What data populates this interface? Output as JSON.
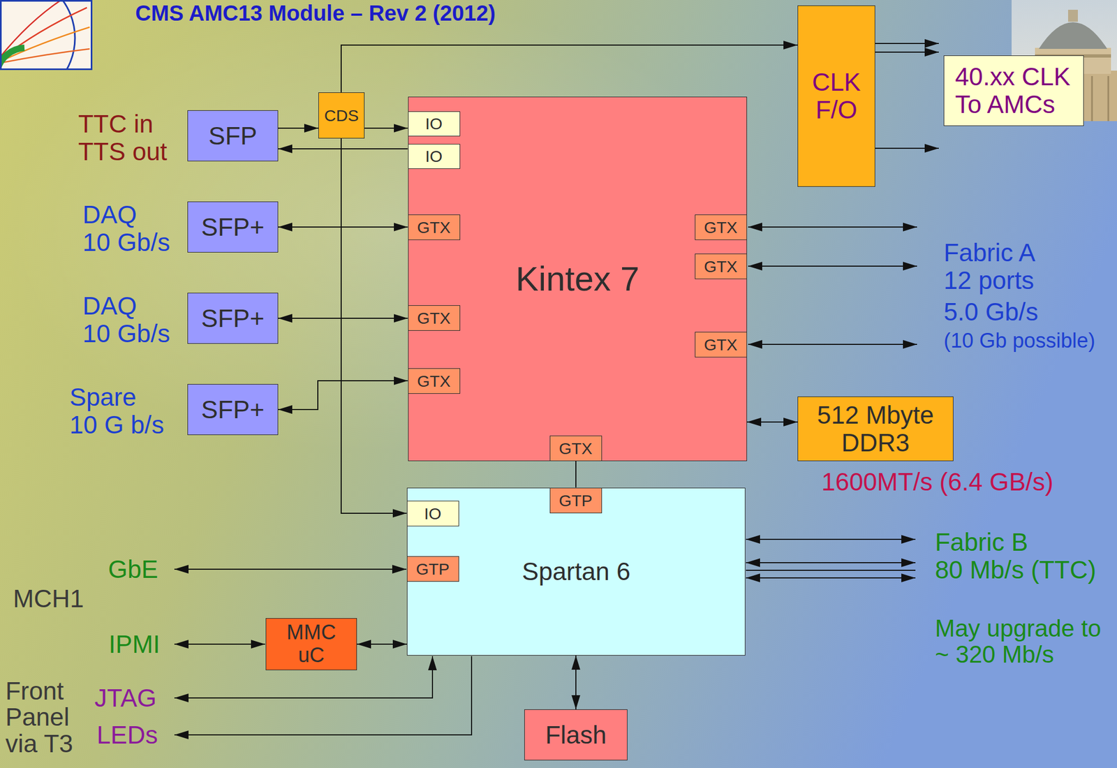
{
  "diagram": {
    "title": "CMS AMC13 Module – Rev 2  (2012)",
    "nodes": [
      {
        "text": [
          "SFP"
        ]
      },
      {
        "text": [
          "CDS"
        ]
      },
      {
        "text": [
          "Kintex 7"
        ]
      },
      {
        "text": [
          "IO"
        ],
        "in": 2
      },
      {
        "text": [
          "IO"
        ],
        "in": 2
      },
      {
        "text": [
          "GTX"
        ],
        "in": 2
      },
      {
        "text": [
          "GTX"
        ],
        "in": 2
      },
      {
        "text": [
          "GTX"
        ],
        "in": 2
      },
      {
        "text": [
          "GTX"
        ],
        "in": 2
      },
      {
        "text": [
          "GTX"
        ],
        "in": 2
      },
      {
        "text": [
          "GTX"
        ],
        "in": 2
      },
      {
        "text": [
          "GTX"
        ],
        "in": 2
      },
      {
        "text": [
          "CLK F/O"
        ]
      },
      {
        "text": [
          "40.xx CLK To AMCs"
        ]
      },
      {
        "text": [
          "SFP+"
        ]
      },
      {
        "text": [
          "SFP+"
        ]
      },
      {
        "text": [
          "SFP+"
        ]
      },
      {
        "text": [
          "512 Mbyte DDR3"
        ]
      },
      {
        "text": [
          "Spartan 6"
        ]
      },
      {
        "text": [
          "IO"
        ],
        "in": 18
      },
      {
        "text": [
          "GTP"
        ],
        "in": 18
      },
      {
        "text": [
          "GTP"
        ],
        "in": 18
      },
      {
        "text": [
          "MMC uC"
        ]
      },
      {
        "text": [
          "Flash"
        ]
      }
    ],
    "edges": [
      {
        "from": 0,
        "to": 1,
        "arrow": "to"
      },
      {
        "from": 4,
        "to": 0,
        "arrow": "to"
      },
      {
        "from": 1,
        "to": 3,
        "arrow": "to"
      },
      {
        "from": 1,
        "to": 12,
        "arrow": "to"
      },
      {
        "from": 1,
        "to": 19,
        "arrow": "to"
      },
      {
        "from": 14,
        "to": 5,
        "arrow": "both"
      },
      {
        "from": 15,
        "to": 8,
        "arrow": "both"
      },
      {
        "from": 16,
        "to": 10,
        "arrow": "both"
      },
      {
        "from": 2,
        "to": 17,
        "arrow": "both"
      },
      {
        "from": 11,
        "to": 20,
        "arrow": "none"
      },
      {
        "from": 22,
        "to": 18,
        "arrow": "both"
      },
      {
        "from": 18,
        "to": 23,
        "arrow": "both"
      }
    ],
    "labels": [
      "TTC in TTS out",
      "DAQ 10 Gb/s",
      "DAQ 10 Gb/s",
      "Spare 10 G b/s",
      "Fabric A 12 ports",
      "5.0 Gb/s",
      "(10 Gb possible)",
      "1600MT/s (6.4 GB/s)",
      "Fabric B 80 Mb/s (TTC)",
      "GbE",
      "MCH1",
      "May upgrade to ~ 320 Mb/s",
      "IPMI",
      "Front Panel via T3",
      "JTAG",
      "LEDs"
    ]
  }
}
